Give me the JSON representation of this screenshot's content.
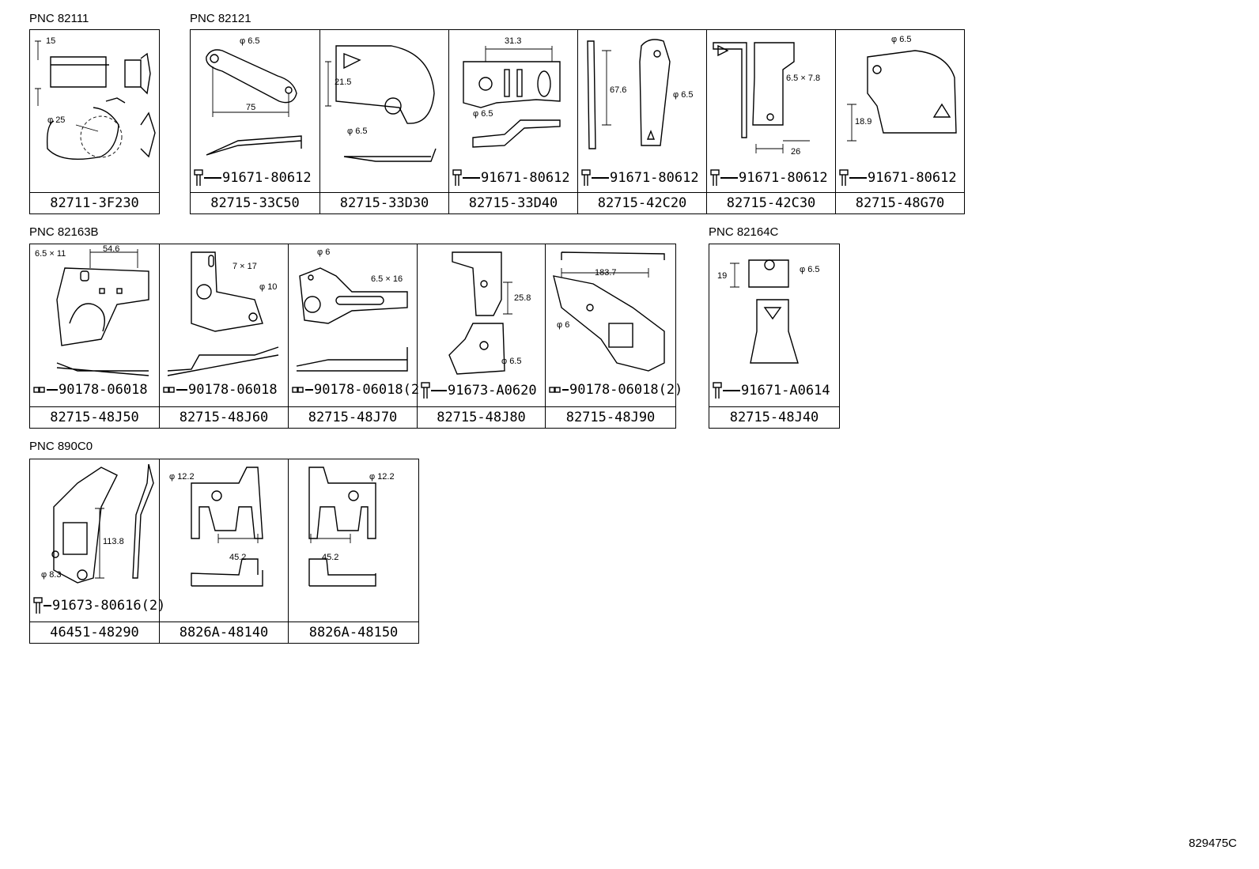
{
  "figure_code": "829475C",
  "groups": [
    {
      "pnc": "PNC 82111",
      "parts": [
        {
          "part_number": "82711-3F230",
          "fastener": "",
          "dims": [
            "15",
            "φ 25"
          ]
        }
      ]
    },
    {
      "pnc": "PNC 82121",
      "parts": [
        {
          "part_number": "82715-33C50",
          "fastener": "91671-80612",
          "dims": [
            "φ 6.5",
            "75"
          ]
        },
        {
          "part_number": "82715-33D30",
          "fastener": "",
          "dims": [
            "21.5",
            "φ 6.5"
          ]
        },
        {
          "part_number": "82715-33D40",
          "fastener": "91671-80612",
          "dims": [
            "31.3",
            "φ 6.5"
          ]
        },
        {
          "part_number": "82715-42C20",
          "fastener": "91671-80612",
          "dims": [
            "67.6",
            "φ 6.5"
          ]
        },
        {
          "part_number": "82715-42C30",
          "fastener": "91671-80612",
          "dims": [
            "6.5 × 7.8",
            "26"
          ]
        },
        {
          "part_number": "82715-48G70",
          "fastener": "91671-80612",
          "dims": [
            "φ 6.5",
            "18.9"
          ]
        }
      ]
    },
    {
      "pnc": "PNC 82163B",
      "parts": [
        {
          "part_number": "82715-48J50",
          "fastener": "90178-06018",
          "dims": [
            "6.5 × 11",
            "54.6"
          ]
        },
        {
          "part_number": "82715-48J60",
          "fastener": "90178-06018",
          "dims": [
            "7 × 17",
            "φ 10"
          ]
        },
        {
          "part_number": "82715-48J70",
          "fastener": "90178-06018(2",
          "dims": [
            "φ 6",
            "6.5 × 16"
          ]
        },
        {
          "part_number": "82715-48J80",
          "fastener": "91673-A0620",
          "dims": [
            "25.8",
            "φ 6.5"
          ]
        },
        {
          "part_number": "82715-48J90",
          "fastener": "90178-06018(2)",
          "dims": [
            "183.7",
            "φ 6"
          ]
        }
      ]
    },
    {
      "pnc": "PNC 82164C",
      "parts": [
        {
          "part_number": "82715-48J40",
          "fastener": "91671-A0614",
          "dims": [
            "19",
            "φ 6.5"
          ]
        }
      ]
    },
    {
      "pnc": "PNC 890C0",
      "parts": [
        {
          "part_number": "46451-48290",
          "fastener": "91673-80616(2)",
          "dims": [
            "113.8",
            "φ 8.3"
          ]
        },
        {
          "part_number": "8826A-48140",
          "fastener": "",
          "dims": [
            "φ 12.2",
            "45.2"
          ]
        },
        {
          "part_number": "8826A-48150",
          "fastener": "",
          "dims": [
            "φ 12.2",
            "45.2"
          ]
        }
      ]
    }
  ]
}
